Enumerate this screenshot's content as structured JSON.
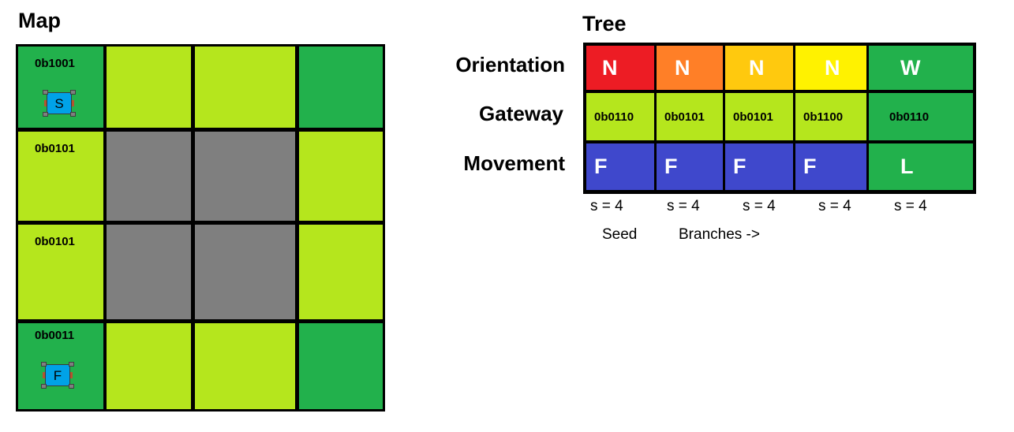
{
  "map": {
    "title": "Map",
    "colors": {
      "start_cell": "#22b14c",
      "path_cell": "#b5e61d",
      "wall_cell": "#7f7f7f",
      "gridline": "#000000",
      "robot": "#00a2e8"
    },
    "cell_codes": {
      "r0c0": "0b1001",
      "r1c0": "0b0101",
      "r2c0": "0b0101",
      "r3c0": "0b0011"
    },
    "robots": {
      "start": "S",
      "finish": "F"
    }
  },
  "tree": {
    "title": "Tree",
    "row_labels": {
      "orientation": "Orientation",
      "gateway": "Gateway",
      "movement": "Movement"
    },
    "orientation": [
      "N",
      "N",
      "N",
      "N",
      "W"
    ],
    "gateway": [
      "0b0110",
      "0b0101",
      "0b0101",
      "0b1100",
      "0b0110"
    ],
    "movement": [
      "F",
      "F",
      "F",
      "F",
      "L"
    ],
    "scores": [
      "s = 4",
      "s = 4",
      "s = 4",
      "s = 4",
      "s = 4"
    ],
    "seed_label": "Seed",
    "branches_label": "Branches ->",
    "colors": {
      "orientation": [
        "#ed1c24",
        "#ff7f27",
        "#ffc90e",
        "#fff200",
        "#22b14c"
      ],
      "gateway": [
        "#b5e61d",
        "#b5e61d",
        "#b5e61d",
        "#b5e61d",
        "#22b14c"
      ],
      "movement": [
        "#3f48cc",
        "#3f48cc",
        "#3f48cc",
        "#3f48cc",
        "#22b14c"
      ]
    }
  }
}
